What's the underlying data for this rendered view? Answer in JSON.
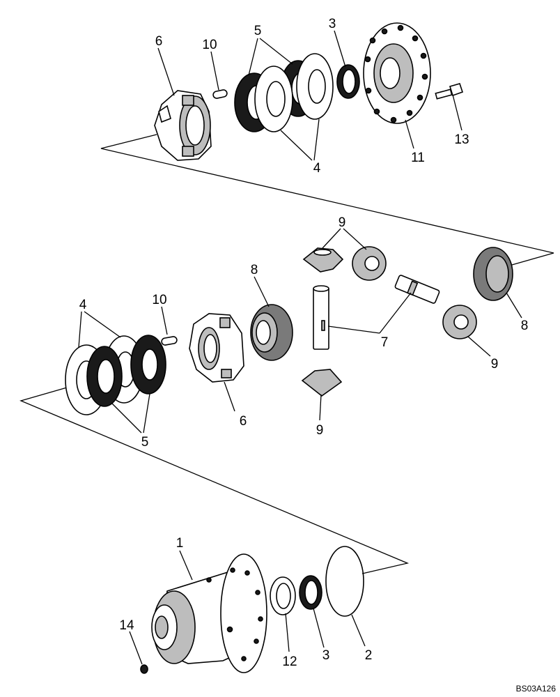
{
  "callouts": {
    "c1": "1",
    "c2": "2",
    "c3a": "3",
    "c3b": "3",
    "c4a": "4",
    "c4b": "4",
    "c5a": "5",
    "c5b": "5",
    "c6a": "6",
    "c6b": "6",
    "c7": "7",
    "c8a": "8",
    "c8b": "8",
    "c9a": "9",
    "c9b": "9",
    "c9c": "9",
    "c10a": "10",
    "c10b": "10",
    "c11": "11",
    "c12": "12",
    "c13": "13",
    "c14": "14"
  },
  "reference_code": "BS03A126"
}
